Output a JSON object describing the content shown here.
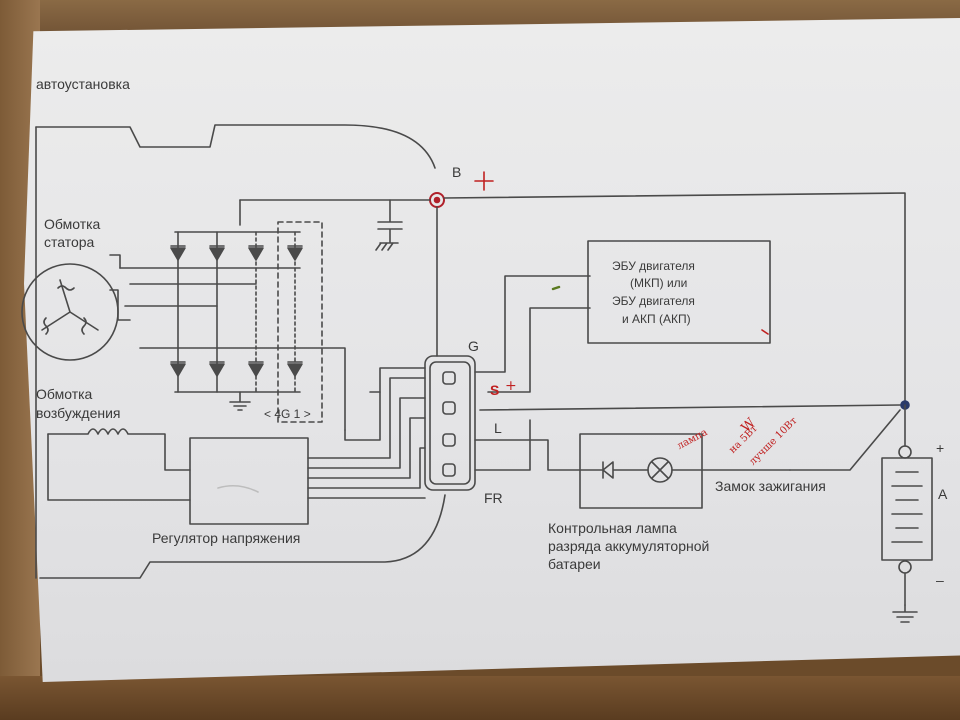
{
  "labels": {
    "title_fragment": "автоустановка",
    "stator_winding": [
      "Обмотка",
      "статора"
    ],
    "field_winding": [
      "Обмотка",
      "возбуждения"
    ],
    "diode_group": "< 4G 1 >",
    "voltage_regulator": "Регулятор напряжения",
    "ecu_lines": [
      "ЭБУ двигателя",
      "(МКП) или",
      "ЭБУ двигателя",
      "и АКП (АКП)"
    ],
    "ignition_switch": "Замок зажигания",
    "warning_lamp": [
      "Контрольная лампа",
      "разряда аккумуляторной",
      "батареи"
    ],
    "terminal_b": "B",
    "terminal_g": "G",
    "terminal_s": "S",
    "terminal_l": "L",
    "terminal_fr": "FR",
    "battery_label": "A",
    "plus_sign": "+",
    "minus_sign": "–"
  },
  "handwritten": {
    "plus_mark": "+",
    "lamp_note": "лампа",
    "wattage_note": [
      "W",
      "на 5Вт",
      "лучше 10Вт"
    ]
  },
  "colors": {
    "ink": "#4a4a4a",
    "red_pen": "#c02020",
    "paper": "#e8e8ea"
  }
}
